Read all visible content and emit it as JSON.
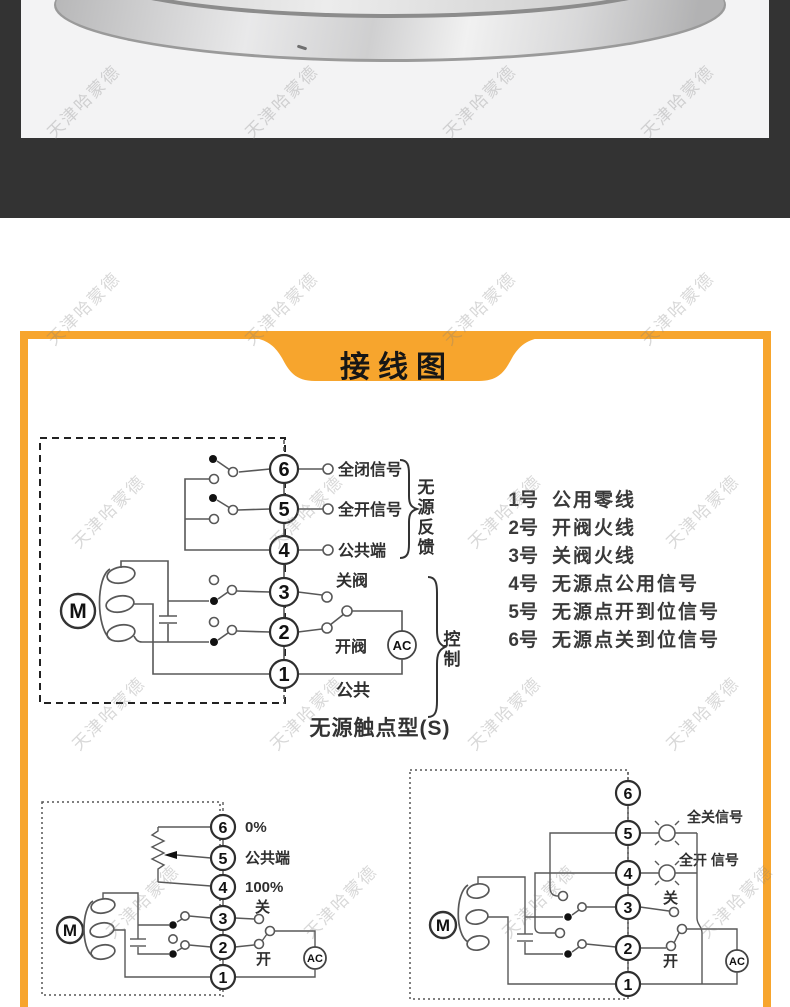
{
  "watermark": {
    "text": "天津哈蒙德"
  },
  "colors": {
    "accent": "#F7A52D",
    "band": "#333333"
  },
  "banner": {
    "title": "接线图"
  },
  "legend": {
    "items": [
      {
        "num": "1号",
        "desc": "公用零线"
      },
      {
        "num": "2号",
        "desc": "开阀火线"
      },
      {
        "num": "3号",
        "desc": "关阀火线"
      },
      {
        "num": "4号",
        "desc": "无源点公用信号"
      },
      {
        "num": "5号",
        "desc": "无源点开到位信号"
      },
      {
        "num": "6号",
        "desc": "无源点关到位信号"
      }
    ]
  },
  "caption": "无源触点型(S)",
  "diagram_top": {
    "terminals": [
      "6",
      "5",
      "4",
      "3",
      "2",
      "1"
    ],
    "labels": {
      "t6": "全闭信号",
      "t5": "全开信号",
      "t4": "公共端",
      "t3": "关阀",
      "t2": "开阀",
      "t1": "公共",
      "brace_feedback": "无源反馈",
      "brace_control": "控制",
      "motor": "M",
      "ac": "AC"
    }
  },
  "diagram_pot": {
    "terminals": [
      "6",
      "5",
      "4",
      "3",
      "2",
      "1"
    ],
    "labels": {
      "t6": "0%",
      "t5": "公共端",
      "t4": "100%",
      "close": "关",
      "open": "开",
      "motor": "M",
      "ac": "AC"
    }
  },
  "diagram_lamp": {
    "terminals": [
      "6",
      "5",
      "4",
      "3",
      "2",
      "1"
    ],
    "labels": {
      "lamp5": "全关信号",
      "lamp4": "全开 信号",
      "close": "关",
      "open": "开",
      "motor": "M",
      "ac": "AC"
    }
  }
}
